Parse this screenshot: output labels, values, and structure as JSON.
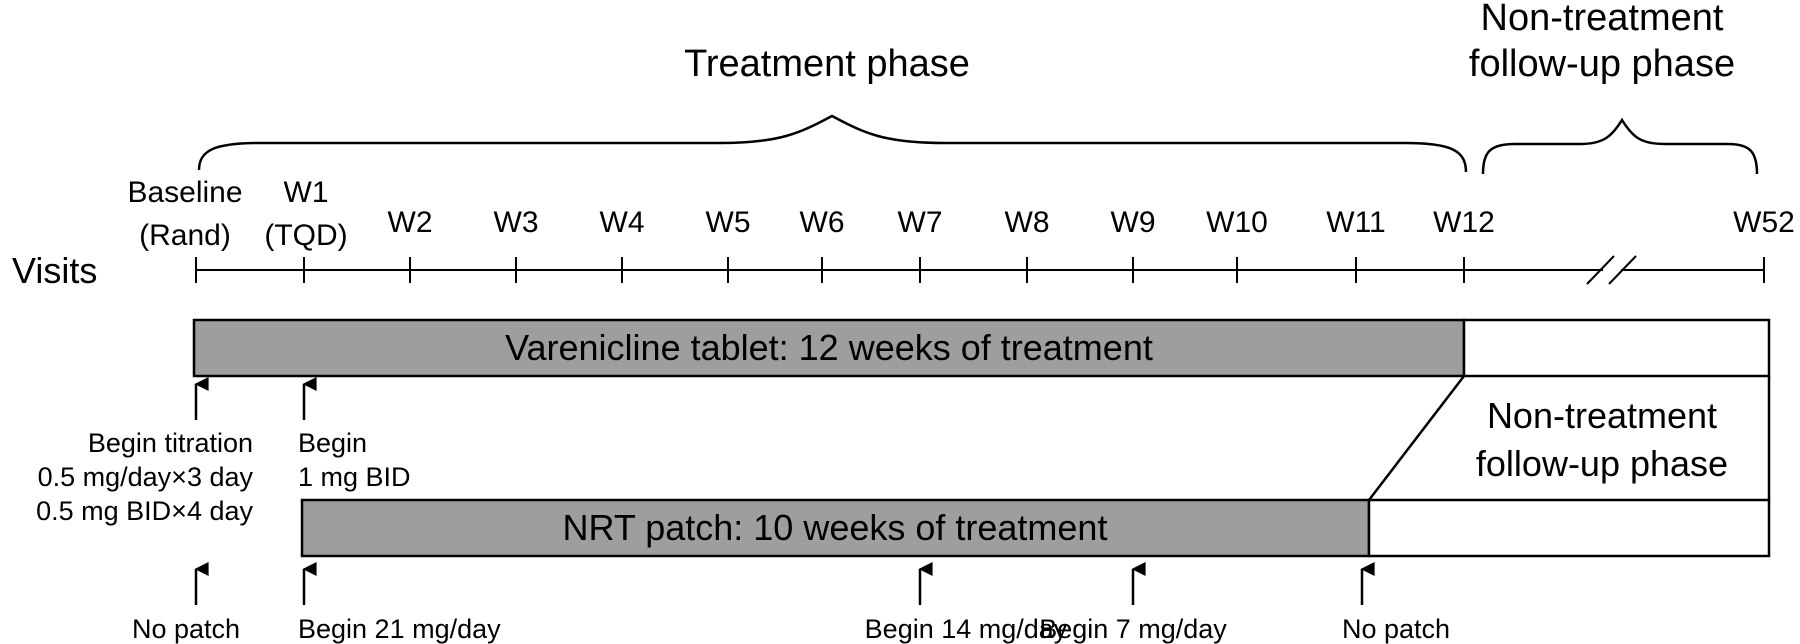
{
  "colors": {
    "bar_fill": "#9e9e9e",
    "ink": "#000000",
    "background": "#ffffff"
  },
  "phases": {
    "treatment": "Treatment phase",
    "followup_line1": "Non-treatment",
    "followup_line2": "follow-up phase"
  },
  "visits": {
    "label": "Visits",
    "baseline_line1": "Baseline",
    "baseline_line2": "(Rand)",
    "w1_line1": "W1",
    "w1_line2": "(TQD)",
    "weeks": [
      "W2",
      "W3",
      "W4",
      "W5",
      "W6",
      "W7",
      "W8",
      "W9",
      "W10",
      "W11",
      "W12"
    ],
    "last": "W52"
  },
  "varenicline": {
    "bar_label": "Varenicline tablet: 12 weeks of treatment",
    "titration_lines": [
      "Begin titration",
      "0.5 mg/day×3 day",
      "0.5 mg BID×4 day"
    ],
    "begin_lines": [
      "Begin",
      "1 mg BID"
    ]
  },
  "followup_box": {
    "line1": "Non-treatment",
    "line2": "follow-up phase"
  },
  "nrt": {
    "bar_label": "NRT patch: 10 weeks of treatment",
    "labels": [
      "No patch",
      "Begin 21 mg/day",
      "Begin 14 mg/day",
      "Begin 7 mg/day",
      "No patch"
    ]
  }
}
